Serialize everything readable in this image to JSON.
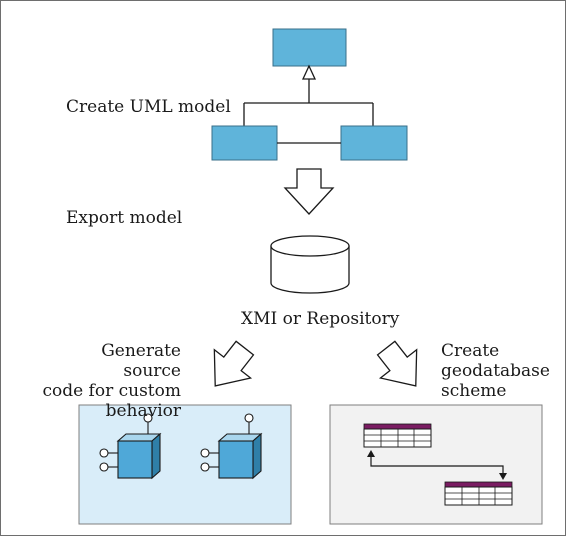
{
  "labels": {
    "create_uml_model": "Create UML model",
    "export_model": "Export model",
    "xmi_or_repository": "XMI or Repository",
    "generate_source_code": [
      "Generate source",
      "code for custom",
      "behavior"
    ],
    "create_geodatabase": [
      "Create",
      "geodatabase",
      "scheme"
    ]
  },
  "colors": {
    "class_box_fill": "#5fb4da",
    "class_box_stroke": "#3a6f8a",
    "code_panel_fill": "#d9edf9",
    "panel_stroke": "#7f7f7f",
    "schema_panel_fill": "#f2f2f2",
    "table_header": "#7a1c62",
    "component_fill": "#4fa8d8"
  }
}
